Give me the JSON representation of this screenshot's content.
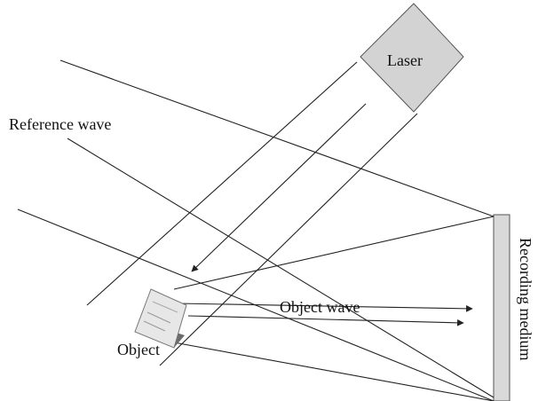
{
  "labels": {
    "laser": "Laser",
    "reference_wave": "Reference wave",
    "object_wave": "Object wave",
    "object": "Object",
    "recording_medium": "Recording medium"
  },
  "colors": {
    "line": "#222222",
    "laser_fill": "#d3d3d3",
    "medium_fill": "#d9d9d9",
    "object_body": "#e7e7e7",
    "object_side": "#6b6b6b"
  }
}
